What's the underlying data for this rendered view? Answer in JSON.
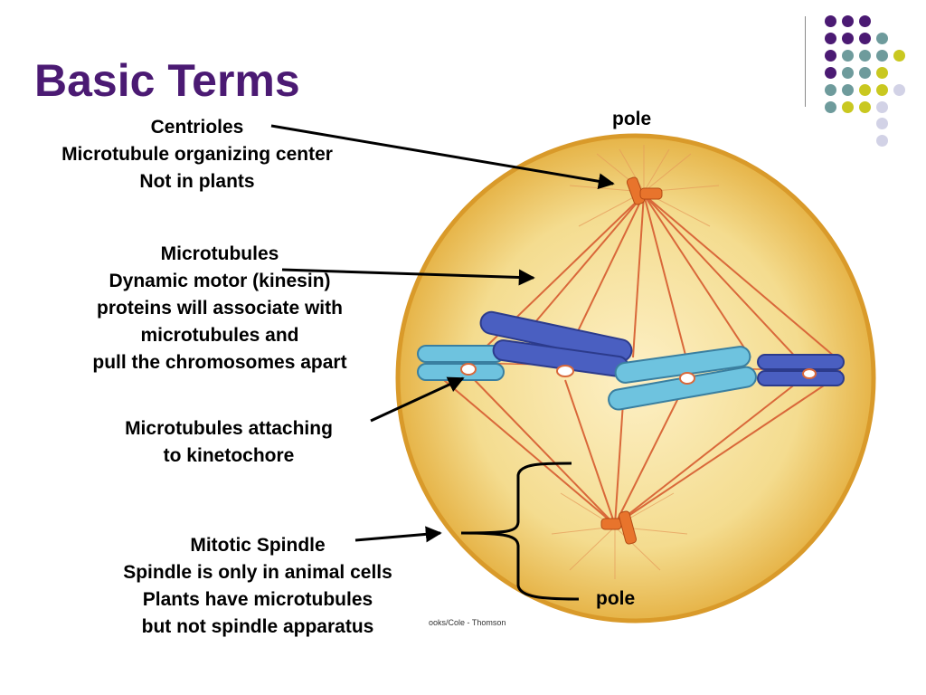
{
  "slide": {
    "title": "Basic Terms",
    "pole_top": "pole",
    "pole_bottom": "pole",
    "credit": "ooks/Cole - Thomson"
  },
  "labels": {
    "centrioles": [
      "Centrioles",
      "Microtubule organizing center",
      "Not in plants"
    ],
    "microtubules": [
      "Microtubules",
      "Dynamic motor (kinesin)",
      "proteins will associate with",
      "microtubules and",
      "pull the chromosomes apart"
    ],
    "kinetochore": [
      "Microtubules attaching",
      "to kinetochore"
    ],
    "spindle": [
      "Mitotic Spindle",
      "Spindle is only in animal cells",
      "Plants have microtubules",
      "but not spindle apparatus"
    ]
  },
  "colors": {
    "title": "#4b1a73",
    "dot_purple": "#4b1a73",
    "dot_teal": "#6e9b9c",
    "dot_yellow": "#c9c820",
    "dot_lavender": "#d2d2e6",
    "cell": "#f3d98a",
    "spindle_fiber": "#d9683a",
    "chromosome_dark": "#4a5fc1",
    "chromosome_light": "#6ec3df"
  }
}
